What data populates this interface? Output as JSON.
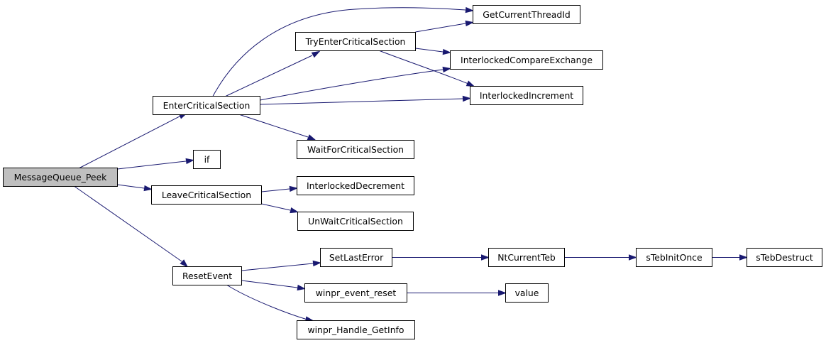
{
  "colors": {
    "edge": "#191970",
    "node_fill": "#ffffff",
    "root_fill": "#bfbfbf",
    "node_border": "#000000"
  },
  "nodes": {
    "message_queue_peek": "MessageQueue_Peek",
    "enter_critical_section": "EnterCriticalSection",
    "if_node": "if",
    "leave_critical_section": "LeaveCriticalSection",
    "reset_event": "ResetEvent",
    "try_enter_critical_section": "TryEnterCriticalSection",
    "get_current_thread_id": "GetCurrentThreadId",
    "interlocked_compare_exchange": "InterlockedCompareExchange",
    "interlocked_increment": "InterlockedIncrement",
    "wait_for_critical_section": "WaitForCriticalSection",
    "interlocked_decrement": "InterlockedDecrement",
    "unwait_critical_section": "UnWaitCriticalSection",
    "set_last_error": "SetLastError",
    "winpr_event_reset": "winpr_event_reset",
    "winpr_handle_getinfo": "winpr_Handle_GetInfo",
    "nt_current_teb": "NtCurrentTeb",
    "value": "value",
    "steb_init_once": "sTebInitOnce",
    "steb_destruct": "sTebDestruct"
  },
  "edges": [
    {
      "from": "message_queue_peek",
      "to": "enter_critical_section"
    },
    {
      "from": "message_queue_peek",
      "to": "if_node"
    },
    {
      "from": "message_queue_peek",
      "to": "leave_critical_section"
    },
    {
      "from": "message_queue_peek",
      "to": "reset_event"
    },
    {
      "from": "enter_critical_section",
      "to": "get_current_thread_id"
    },
    {
      "from": "enter_critical_section",
      "to": "try_enter_critical_section"
    },
    {
      "from": "enter_critical_section",
      "to": "interlocked_compare_exchange"
    },
    {
      "from": "enter_critical_section",
      "to": "interlocked_increment"
    },
    {
      "from": "enter_critical_section",
      "to": "wait_for_critical_section"
    },
    {
      "from": "try_enter_critical_section",
      "to": "get_current_thread_id"
    },
    {
      "from": "try_enter_critical_section",
      "to": "interlocked_compare_exchange"
    },
    {
      "from": "try_enter_critical_section",
      "to": "interlocked_increment"
    },
    {
      "from": "leave_critical_section",
      "to": "interlocked_decrement"
    },
    {
      "from": "leave_critical_section",
      "to": "unwait_critical_section"
    },
    {
      "from": "reset_event",
      "to": "set_last_error"
    },
    {
      "from": "reset_event",
      "to": "winpr_event_reset"
    },
    {
      "from": "reset_event",
      "to": "winpr_handle_getinfo"
    },
    {
      "from": "set_last_error",
      "to": "nt_current_teb"
    },
    {
      "from": "winpr_event_reset",
      "to": "value"
    },
    {
      "from": "nt_current_teb",
      "to": "steb_init_once"
    },
    {
      "from": "steb_init_once",
      "to": "steb_destruct"
    }
  ]
}
